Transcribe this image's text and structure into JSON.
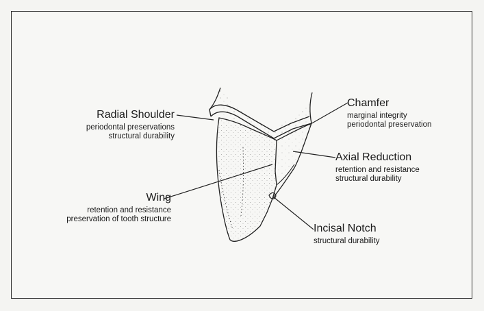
{
  "labels": {
    "radial_shoulder": {
      "title": "Radial Shoulder",
      "lines": [
        "periodontal preservations",
        "structural durability"
      ]
    },
    "chamfer": {
      "title": "Chamfer",
      "lines": [
        "marginal integrity",
        "periodontal preservation"
      ]
    },
    "axial_reduction": {
      "title": "Axial Reduction",
      "lines": [
        "retention and resistance",
        "structural durability"
      ]
    },
    "wing": {
      "title": "Wing",
      "lines": [
        "retention and resistance",
        "preservation of tooth structure"
      ]
    },
    "incisal_notch": {
      "title": "Incisal Notch",
      "lines": [
        "structural durability"
      ]
    }
  }
}
